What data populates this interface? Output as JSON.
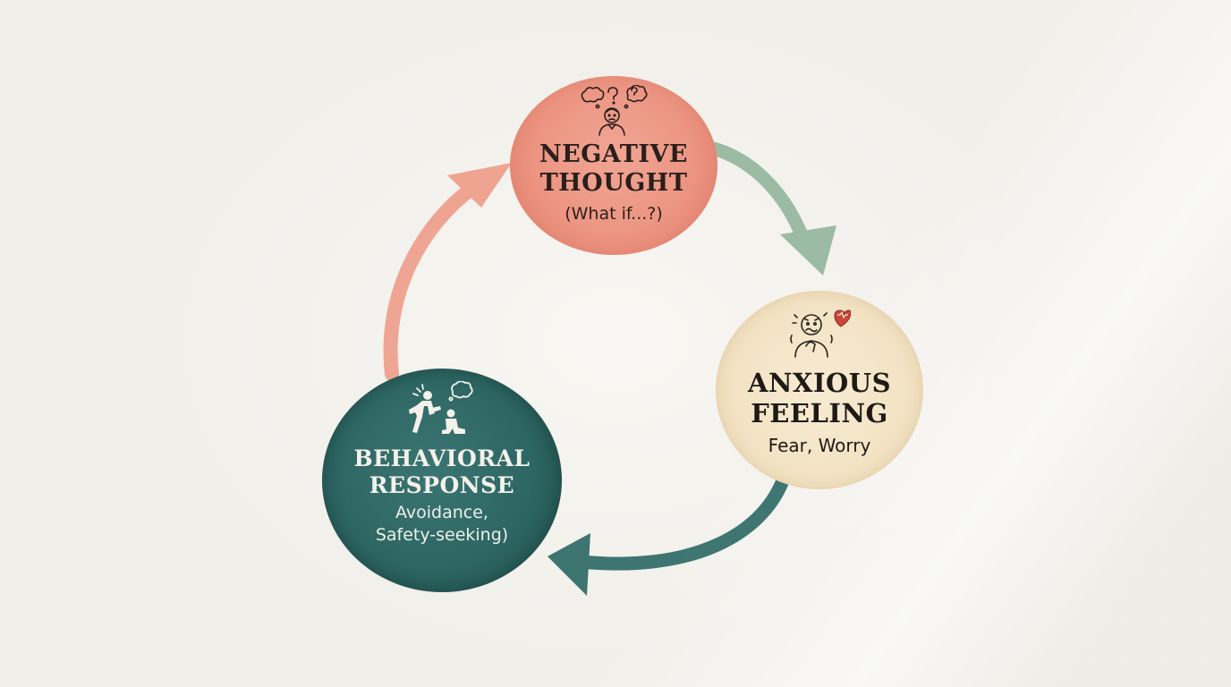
{
  "nodes": {
    "thought": {
      "title_line1": "NEGATIVE",
      "title_line2": "THOUGHT",
      "subtitle": "(What if...?)",
      "icon": "confused-person-thought-bubbles-icon",
      "color": "#ec9582"
    },
    "feeling": {
      "title_line1": "ANXIOUS",
      "title_line2": "FEELING",
      "subtitle": "Fear, Worry",
      "icon": "anxious-person-heart-icon",
      "color": "#f3e3c4"
    },
    "behavior": {
      "title_line1": "BEHAVIORAL",
      "title_line2": "RESPONSE",
      "subtitle_line1": "Avoidance,",
      "subtitle_line2": "Safety-seeking)",
      "icon": "avoiding-person-icon",
      "color": "#2d6663"
    }
  },
  "arrows": {
    "thought_to_feeling": {
      "color": "#8fb39a"
    },
    "feeling_to_behavior": {
      "color": "#2f6b66"
    },
    "behavior_to_thought": {
      "color": "#ec9582"
    }
  }
}
